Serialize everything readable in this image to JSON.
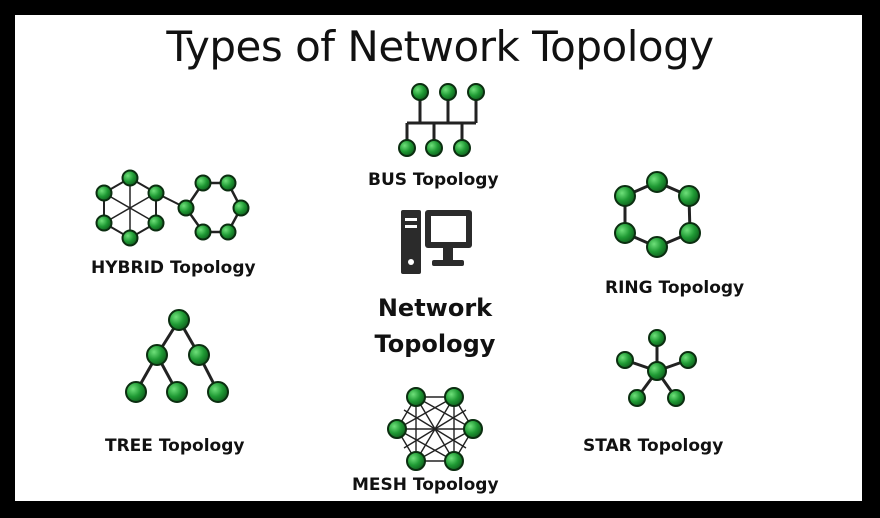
{
  "title": "Types of Network Topology",
  "center": {
    "line1": "Network",
    "line2": "Topology",
    "icon": "computer-icon"
  },
  "topologies": {
    "bus": "BUS Topology",
    "hybrid": "HYBRID Topology",
    "ring": "RING Topology",
    "tree": "TREE Topology",
    "star": "STAR Topology",
    "mesh": "MESH Topology"
  },
  "colors": {
    "node_fill": "#1a8a2e",
    "node_highlight": "#5fd36a",
    "node_stroke": "#0b2e10",
    "line": "#222222",
    "icon": "#2b2b2b"
  }
}
